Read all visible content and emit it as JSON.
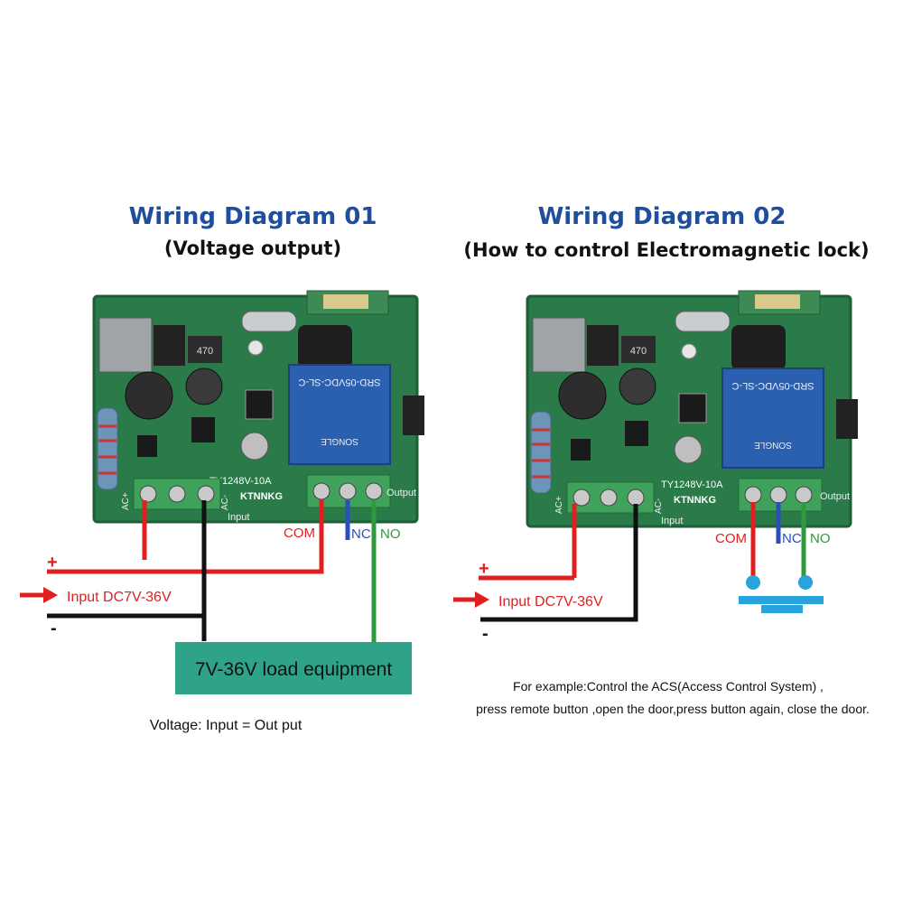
{
  "colors": {
    "title": "#1f4e9c",
    "pcb": "#2a7a4a",
    "pcb_edge": "#1f5e37",
    "relay": "#2b5fb0",
    "terminal": "#3fa25a",
    "wire_red": "#e02020",
    "wire_black": "#111111",
    "wire_blue": "#2a4fb8",
    "wire_green": "#2e9a3e",
    "load_box": "#2ea38a",
    "lock_button": "#29a3dc"
  },
  "diagram1": {
    "title": "Wiring Diagram 01",
    "subtitle": "(Voltage output)",
    "board": {
      "model_label": "TY1248V-10A",
      "brand_label": "KTNNKG",
      "relay_text": "SRD-05VDC-SL-C",
      "relay_brand": "SONGLE",
      "cap_text": "470",
      "input_label": "Input",
      "output_label": "Output",
      "ac_plus": "AC+",
      "ac_minus": "AC-"
    },
    "com_label": "COM",
    "nc_label": "NC",
    "no_label": "NO",
    "plus_sign": "+",
    "minus_sign": "-",
    "input_label": "Input DC7V-36V",
    "load_label": "7V-36V load equipment",
    "voltage_note": "Voltage: Input = Out put"
  },
  "diagram2": {
    "title": "Wiring Diagram 02",
    "subtitle": "(How to control Electromagnetic lock)",
    "board": {
      "model_label": "TY1248V-10A",
      "brand_label": "KTNNKG",
      "relay_text": "SRD-05VDC-SL-C",
      "relay_brand": "SONGLE",
      "cap_text": "470",
      "input_label": "Input",
      "output_label": "Output",
      "ac_plus": "AC+",
      "ac_minus": "AC-"
    },
    "com_label": "COM",
    "nc_label": "NC",
    "no_label": "NO",
    "plus_sign": "+",
    "minus_sign": "-",
    "input_label": "Input DC7V-36V",
    "note_line1": "For example:Control the ACS(Access Control System) ,",
    "note_line2": "press remote button ,open the door,press button again, close the door."
  }
}
